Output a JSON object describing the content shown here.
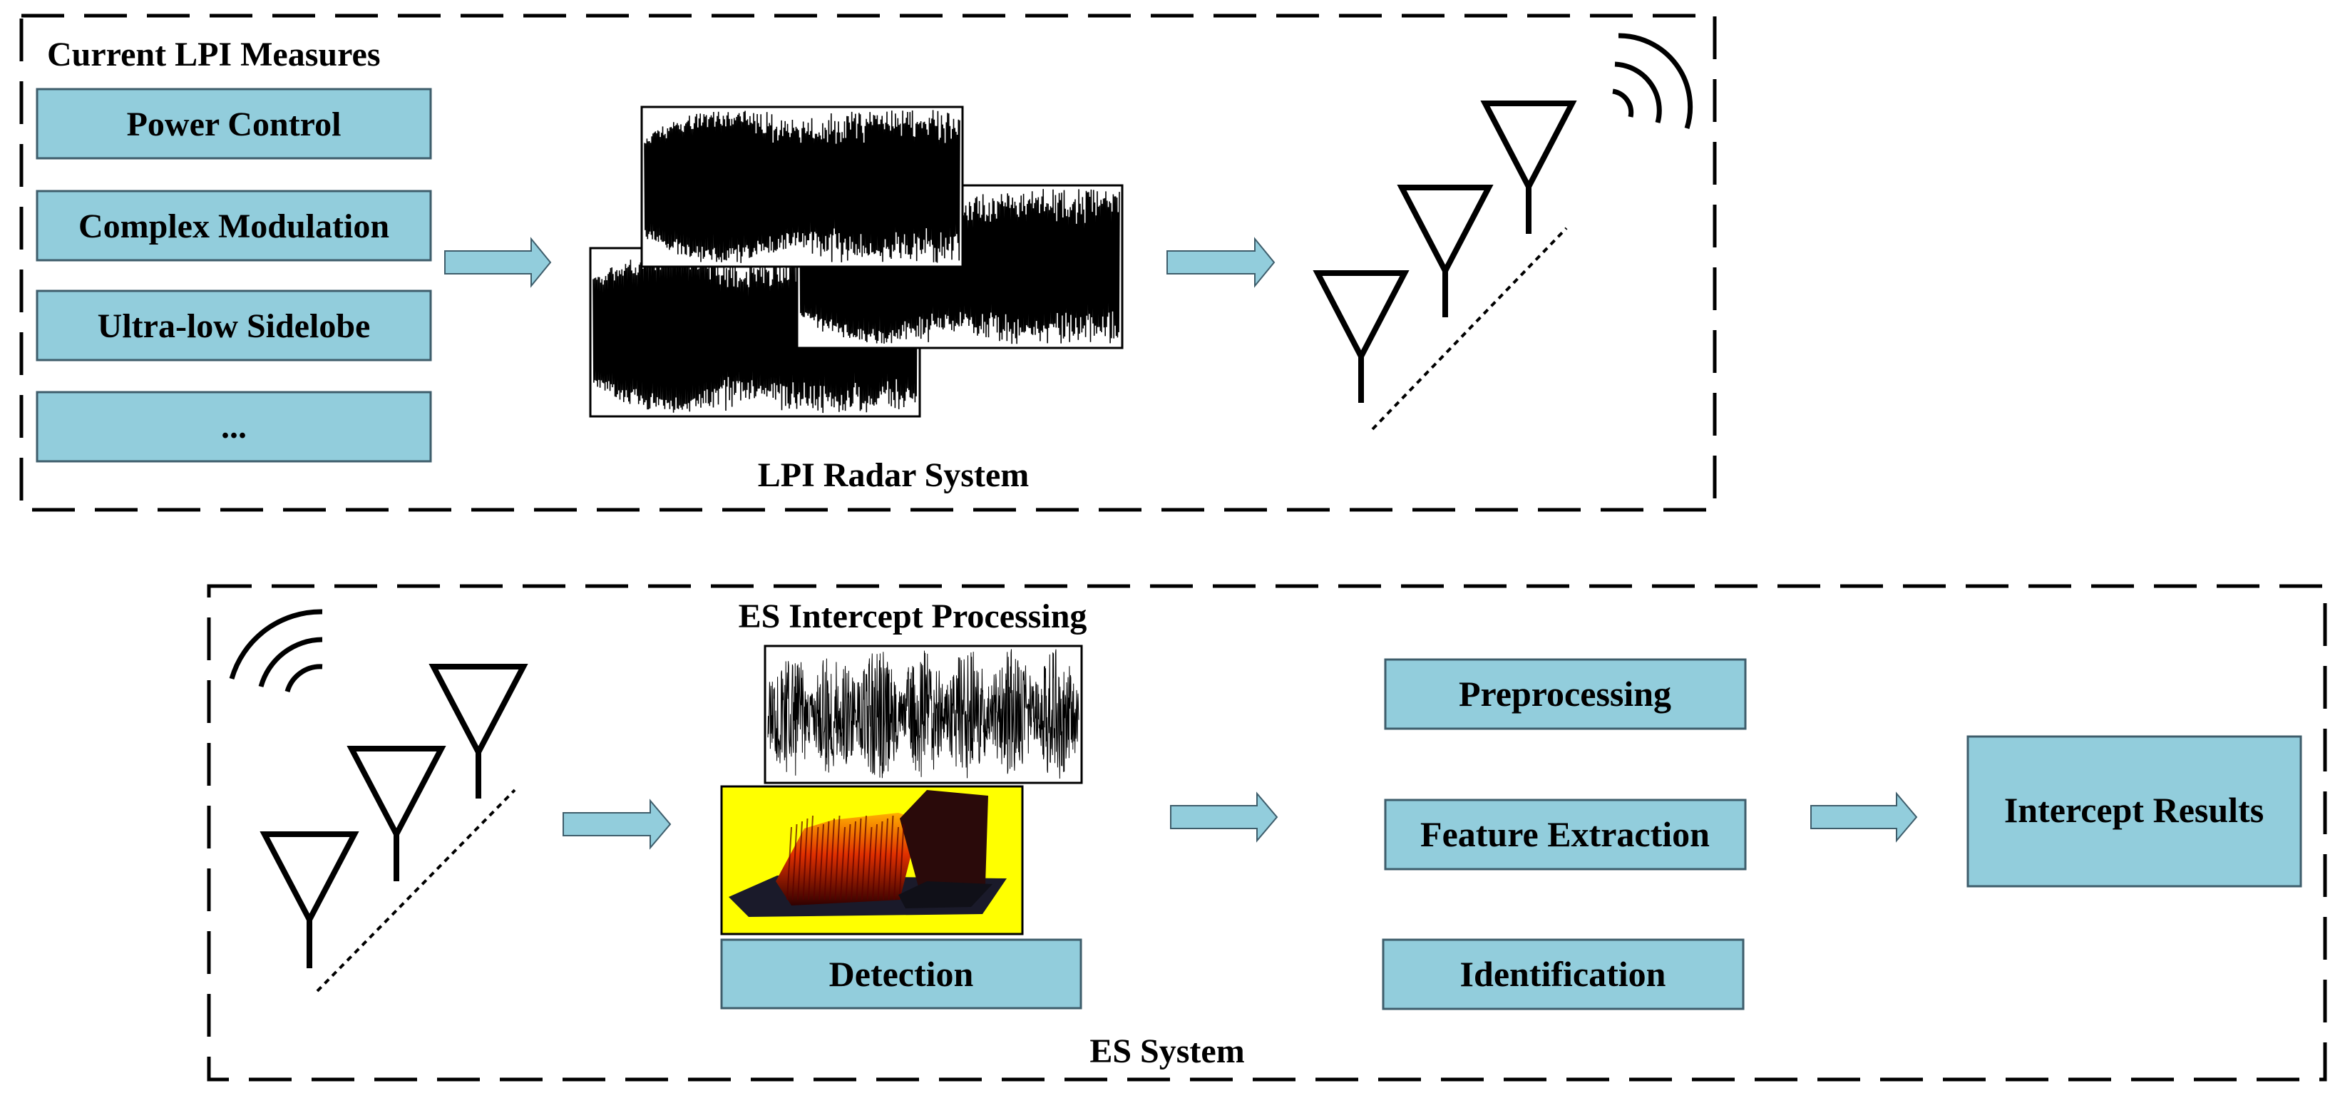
{
  "colors": {
    "box_fill": "#92CDDC",
    "box_stroke": "#3E5D6B",
    "arrow_fill": "#92CDDC",
    "heatmap_bg": "#FFFF00"
  },
  "top_panel": {
    "title": "Current LPI Measures",
    "measures": [
      "Power Control",
      "Complex Modulation",
      "Ultra-low Sidelobe",
      "..."
    ],
    "caption": "LPI Radar System"
  },
  "bottom_panel": {
    "processing_title": "ES Intercept Processing",
    "detection": "Detection",
    "stages": [
      "Preprocessing",
      "Feature Extraction",
      "Identification"
    ],
    "result": "Intercept Results",
    "caption": "ES System"
  },
  "icons": [
    "antenna-array-icon",
    "radio-wave-icon",
    "waveform-icon",
    "arrow-icon",
    "3d-spectrum-icon"
  ]
}
